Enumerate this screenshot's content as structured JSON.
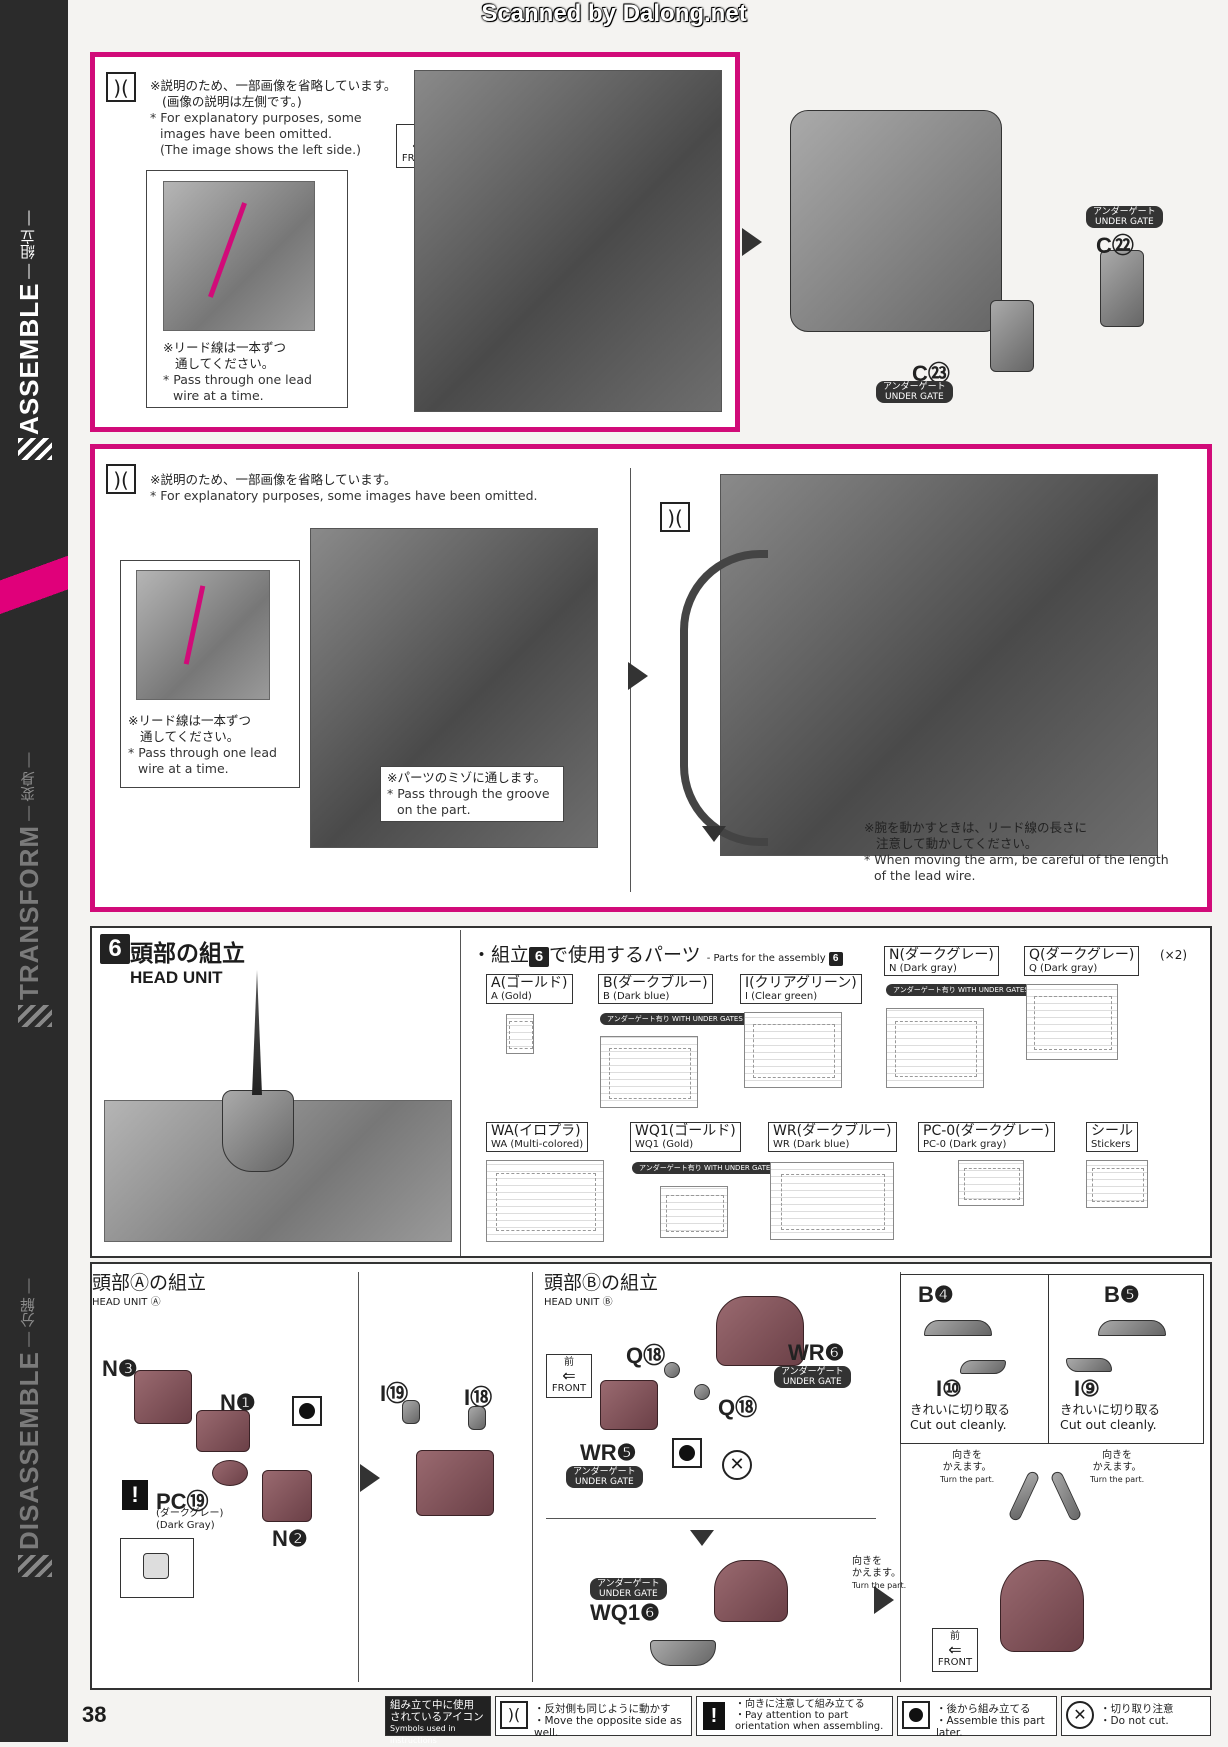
{
  "scan_credit": "Scanned by Dalong.net",
  "page_number": "38",
  "sidebar": {
    "sections": [
      {
        "jp": "組立",
        "en": "ASSEMBLE"
      },
      {
        "jp": "変身",
        "en": "TRANSFORM"
      },
      {
        "jp": "分解",
        "en": "DISASSEMBLE"
      }
    ]
  },
  "panel1": {
    "note_jp": "※説明のため、一部画像を省略しています。",
    "note_jp2": "(画像の説明は左側です。)",
    "note_en": "* For explanatory purposes, some",
    "note_en2": "images have been omitted.",
    "note_en3": "(The image shows the left side.)",
    "lead_jp": "※リード線は一本ずつ",
    "lead_jp2": "通してください。",
    "lead_en": "* Pass through one lead",
    "lead_en2": "wire at a time.",
    "front_jp": "前",
    "front_en": "FRONT",
    "part_c22": "C",
    "part_c22_num": "㉒",
    "part_c23": "C",
    "part_c23_num": "㉓",
    "gate_jp": "アンダーゲート",
    "gate_en": "UNDER GATE"
  },
  "panel2": {
    "note_jp": "※説明のため、一部画像を省略しています。",
    "note_en": "* For explanatory purposes, some images have been omitted.",
    "lead_jp": "※リード線は一本ずつ",
    "lead_jp2": "通してください。",
    "lead_en": "* Pass through one lead",
    "lead_en2": "wire at a time.",
    "groove_jp": "※パーツのミゾに通します。",
    "groove_en": "* Pass through the groove",
    "groove_en2": "on the part.",
    "arm_jp": "※腕を動かすときは、リード線の長さに",
    "arm_jp2": "注意して動かしてください。",
    "arm_en": "* When moving the arm, be careful of the length",
    "arm_en2": "of the lead wire."
  },
  "step6": {
    "number": "6",
    "title_jp": "頭部の組立",
    "title_en": "HEAD UNIT",
    "parts_heading_prefix": "・組立",
    "parts_heading_suffix": "で使用するパーツ",
    "parts_heading_en": "- Parts for the assembly",
    "with_gates": "アンダーゲート有り WITH UNDER GATES",
    "multiplier": "(×2)",
    "sprues": [
      {
        "jp": "A(ゴールド)",
        "en": "A (Gold)"
      },
      {
        "jp": "B(ダークブルー)",
        "en": "B (Dark blue)"
      },
      {
        "jp": "I(クリアグリーン)",
        "en": "I (Clear green)"
      },
      {
        "jp": "N(ダークグレー)",
        "en": "N (Dark gray)"
      },
      {
        "jp": "Q(ダークグレー)",
        "en": "Q (Dark gray)"
      },
      {
        "jp": "WA(イロプラ)",
        "en": "WA (Multi-colored)"
      },
      {
        "jp": "WQ1(ゴールド)",
        "en": "WQ1 (Gold)"
      },
      {
        "jp": "WR(ダークブルー)",
        "en": "WR (Dark blue)"
      },
      {
        "jp": "PC-0(ダークグレー)",
        "en": "PC-0 (Dark gray)"
      },
      {
        "jp": "シール",
        "en": "Stickers"
      }
    ]
  },
  "headA": {
    "title_jp": "頭部Ⓐの組立",
    "title_en": "HEAD UNIT Ⓐ",
    "n3": "N❸",
    "n1": "N❶",
    "n2": "N❷",
    "pc": "PC⑲",
    "pc_jp": "(ダークグレー)",
    "pc_en": "(Dark Gray)",
    "i19": "I⑲",
    "i18": "I⑱"
  },
  "headB": {
    "title_jp": "頭部Ⓑの組立",
    "title_en": "HEAD UNIT Ⓑ",
    "q18a": "Q⑱",
    "q18b": "Q⑱",
    "wr6": "WR❻",
    "wr5": "WR❺",
    "wq16": "WQ1❻",
    "gate_jp": "アンダーゲート",
    "gate_en": "UNDER GATE",
    "front_jp": "前",
    "front_en": "FRONT",
    "b4": "B❹",
    "b5": "B❺",
    "i10": "I⑩",
    "i9": "I⑨",
    "cut_jp": "きれいに切り取る",
    "cut_en": "Cut out cleanly.",
    "turn_jp": "向きを",
    "turn_jp2": "かえます。",
    "turn_en": "Turn the part."
  },
  "legend": {
    "title_jp": "組み立て中に使用",
    "title_jp2": "されているアイコン",
    "title_en": "Symbols used in instructions",
    "items": [
      {
        "jp": "・反対側も同じように動かす",
        "en": "・Move the opposite side as well."
      },
      {
        "jp": "・向きに注意して組み立てる",
        "en": "・Pay attention to part orientation when assembling."
      },
      {
        "jp": "・後から組み立てる",
        "en": "・Assemble this part later."
      },
      {
        "jp": "・切り取り注意",
        "en": "・Do not cut."
      }
    ]
  }
}
